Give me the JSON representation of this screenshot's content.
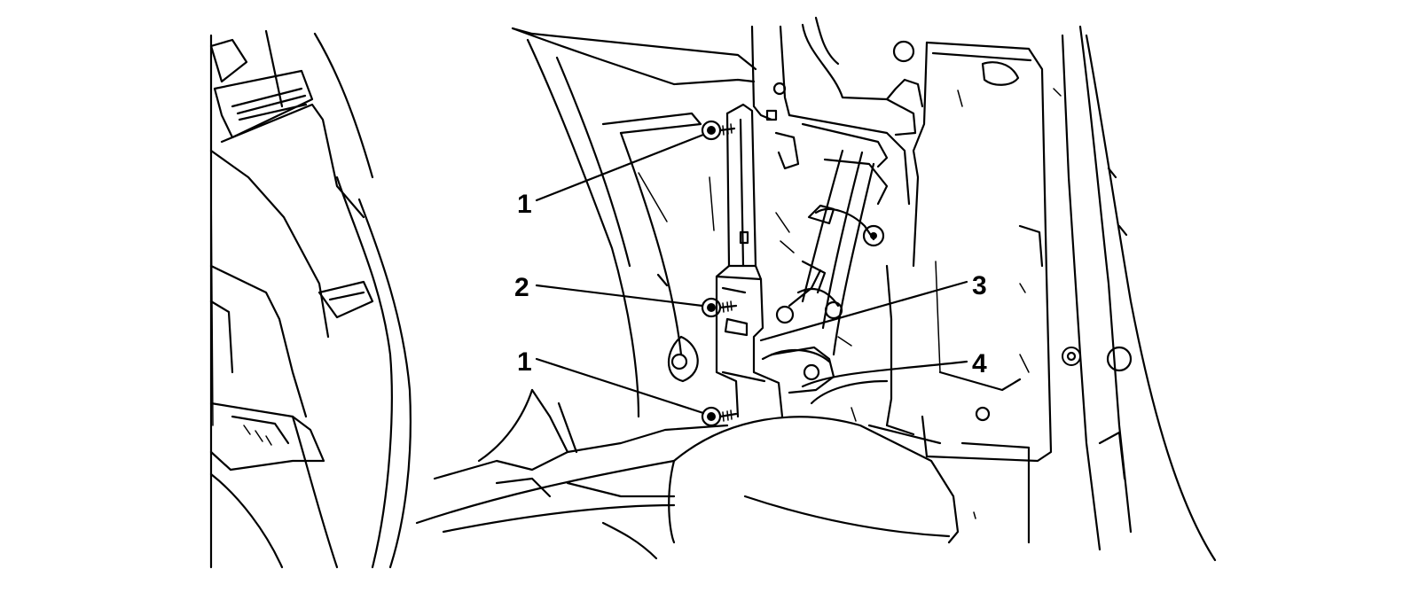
{
  "diagram": {
    "callouts": [
      {
        "id": "c1a",
        "label": "1"
      },
      {
        "id": "c2",
        "label": "2"
      },
      {
        "id": "c3",
        "label": "3"
      },
      {
        "id": "c1b",
        "label": "1"
      },
      {
        "id": "c4",
        "label": "4"
      }
    ],
    "colors": {
      "line": "#000000",
      "background": "#ffffff"
    }
  }
}
